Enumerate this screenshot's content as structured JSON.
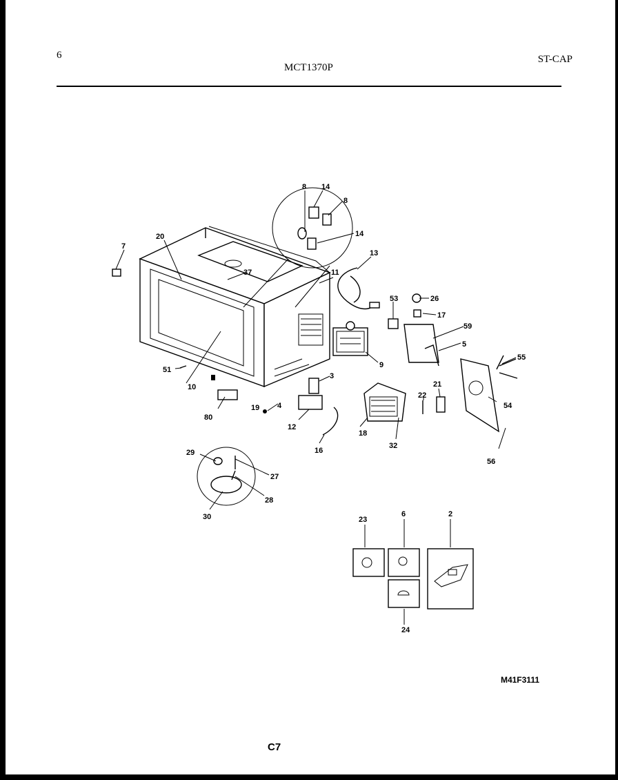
{
  "header": {
    "page_number": "6",
    "model": "MCT1370P",
    "tag": "ST-CAP"
  },
  "footer": {
    "reference_code": "M41F3111",
    "page_code": "C7"
  },
  "part_labels": [
    "8",
    "14",
    "8",
    "14",
    "13",
    "20",
    "7",
    "37",
    "11",
    "53",
    "26",
    "17",
    "59",
    "5",
    "55",
    "9",
    "51",
    "10",
    "3",
    "21",
    "22",
    "54",
    "19",
    "4",
    "80",
    "12",
    "18",
    "32",
    "16",
    "56",
    "29",
    "27",
    "28",
    "30",
    "23",
    "6",
    "2",
    "24"
  ]
}
